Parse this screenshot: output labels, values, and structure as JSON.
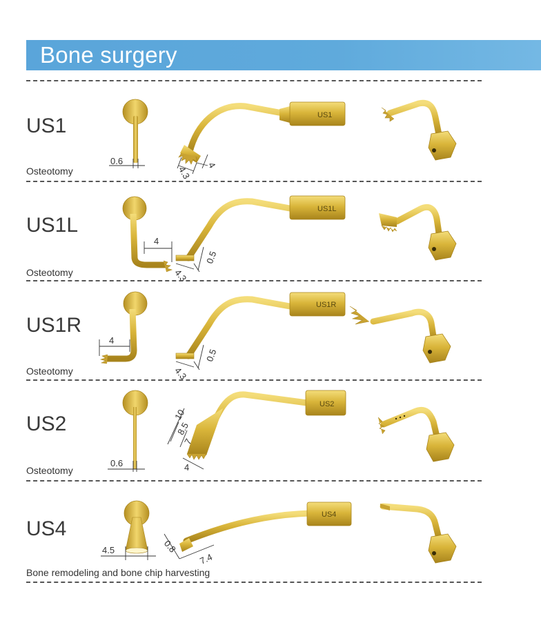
{
  "header": {
    "title": "Bone surgery"
  },
  "colors": {
    "banner": "#5aa5da",
    "gold": "#d9b53a",
    "gold_dark": "#a8841c"
  },
  "rows": [
    {
      "code": "US1",
      "description": "Osteotomy",
      "engraving": "US1",
      "dims": {
        "a": "0.6",
        "b": "4.3",
        "c": "4"
      }
    },
    {
      "code": "US1L",
      "description": "Osteotomy",
      "engraving": "US1L",
      "dims": {
        "a": "4",
        "b": "4.3",
        "c": "0.5"
      }
    },
    {
      "code": "US1R",
      "description": "Osteotomy",
      "engraving": "US1R",
      "dims": {
        "a": "4",
        "b": "4.3",
        "c": "0.5"
      }
    },
    {
      "code": "US2",
      "description": "Osteotomy",
      "engraving": "US2",
      "dims": {
        "a": "0.6",
        "b": "4",
        "d1": "10",
        "d2": "8.5",
        "d3": "7"
      }
    },
    {
      "code": "US4",
      "description": "Bone remodeling and bone chip harvesting",
      "engraving": "US4",
      "dims": {
        "a": "4.5",
        "b": "0.8",
        "c": "7.4"
      }
    }
  ]
}
